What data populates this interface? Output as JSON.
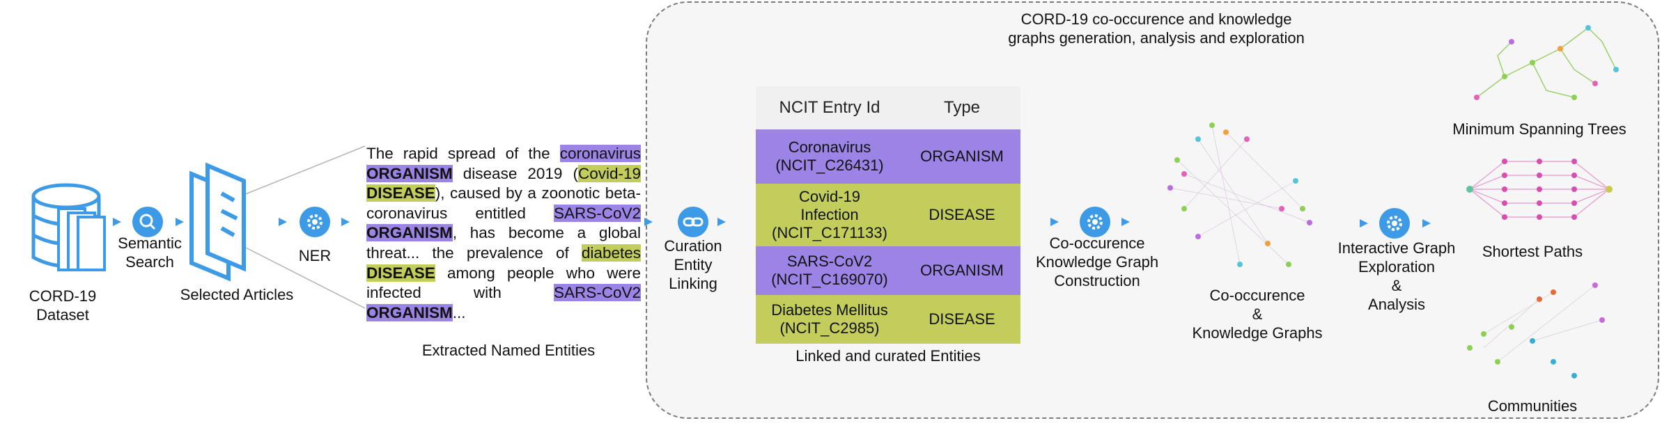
{
  "panel": {
    "title_line1": "CORD-19 co-occurence and knowledge",
    "title_line2": "graphs generation, analysis and exploration"
  },
  "steps": {
    "dataset": {
      "line1": "CORD-19",
      "line2": "Dataset"
    },
    "semantic_search": {
      "line1": "Semantic",
      "line2": "Search"
    },
    "selected_articles": "Selected Articles",
    "ner": "NER",
    "extracted_entities": "Extracted Named Entities",
    "curation": {
      "line1": "Curation",
      "line2": "Entity Linking"
    },
    "linked_entities": "Linked and curated Entities",
    "construction": {
      "line1": "Co-occurence",
      "line2": "Knowledge Graph",
      "line3": "Construction"
    },
    "graphs": {
      "line1": "Co-occurence",
      "line2": "&",
      "line3": "Knowledge Graphs"
    },
    "exploration": {
      "line1": "Interactive Graph",
      "line2": "Exploration",
      "line3": "&",
      "line4": "Analysis"
    },
    "mst": "Minimum Spanning Trees",
    "shortest": "Shortest Paths",
    "communities": "Communities"
  },
  "text_block": {
    "t1": "The rapid spread of the ",
    "e1": "coronavirus",
    "e1b": "ORGANISM",
    "t2": " disease 2019 (",
    "e2": "Covid-19",
    "e2b": "DISEASE",
    "t3": "), caused by a zoonotic beta-coronavirus entitled ",
    "e3": "SARS-CoV2",
    "e3b": "ORGANISM",
    "t4": ", has become a global threat... the prevalence of ",
    "e4": "diabetes",
    "e4b": "DISEASE",
    "t5": " among people who were infected with ",
    "e5": "SARS-CoV2",
    "e5b": "ORGANISM",
    "t6": "..."
  },
  "table": {
    "headers": [
      "NCIT Entry Id",
      "Type"
    ],
    "rows": [
      {
        "id_line1": "Coronavirus",
        "id_line2": "(NCIT_C26431)",
        "id_line3": "",
        "type": "ORGANISM",
        "color": "#9b84e6"
      },
      {
        "id_line1": "Covid-19",
        "id_line2": "Infection",
        "id_line3": "(NCIT_C171133)",
        "type": "DISEASE",
        "color": "#c3cd5c"
      },
      {
        "id_line1": "SARS-CoV2",
        "id_line2": "(NCIT_C169070)",
        "id_line3": "",
        "type": "ORGANISM",
        "color": "#9b84e6"
      },
      {
        "id_line1": "Diabetes Mellitus",
        "id_line2": "(NCIT_C2985)",
        "id_line3": "",
        "type": "DISEASE",
        "color": "#c3cd5c"
      }
    ]
  },
  "colors": {
    "accent": "#3d9ae6",
    "organism": "#9b84e6",
    "disease": "#c3cd5c"
  },
  "icons": [
    "database-icon",
    "search-icon",
    "documents-icon",
    "gear-icon",
    "link-icon"
  ]
}
